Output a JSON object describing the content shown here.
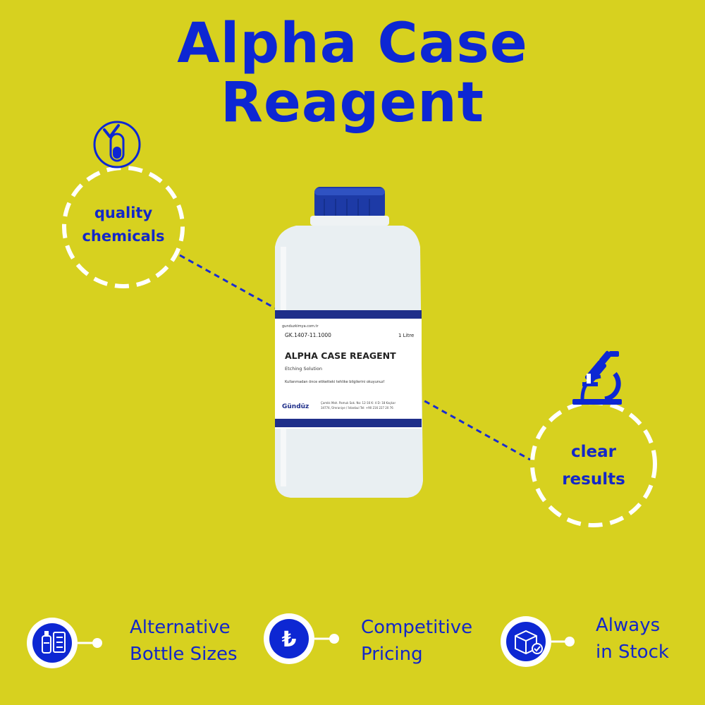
{
  "title": {
    "line1": "Alpha Case",
    "line2": "Reagent"
  },
  "badges": {
    "left": {
      "line1": "quality",
      "line2": "chemicals",
      "icon": "test-tube-check-icon"
    },
    "right": {
      "line1": "clear",
      "line2": "results",
      "icon": "microscope-icon"
    }
  },
  "bottle": {
    "code": "GK.1407-11.1000",
    "volume": "1 Litre",
    "product_name": "ALPHA CASE REAGENT",
    "subtitle": "Etching Solution",
    "warning": "Kullanmadan önce etiketteki tehlike bilgilerini okuyunuz!",
    "brand": "Gündüz",
    "address_line1": "Çamlık Mah. Pamuk Sok. No: 12-16 K: 4 D: 18 Kaçkar",
    "address_line2": "34774, Ümraniye / İstanbul Tel: +90 216 227 20 76",
    "website": "gunduzkimya.com.tr"
  },
  "features": [
    {
      "line1": "Alternative",
      "line2": "Bottle Sizes",
      "icon": "bottle-checklist-icon"
    },
    {
      "line1": "Competitive",
      "line2": "Pricing",
      "icon": "lira-icon"
    },
    {
      "line1": "Always",
      "line2": "in Stock",
      "icon": "box-check-icon"
    }
  ],
  "colors": {
    "background": "#d7d11f",
    "accent": "#0d27d3",
    "white": "#ffffff"
  }
}
